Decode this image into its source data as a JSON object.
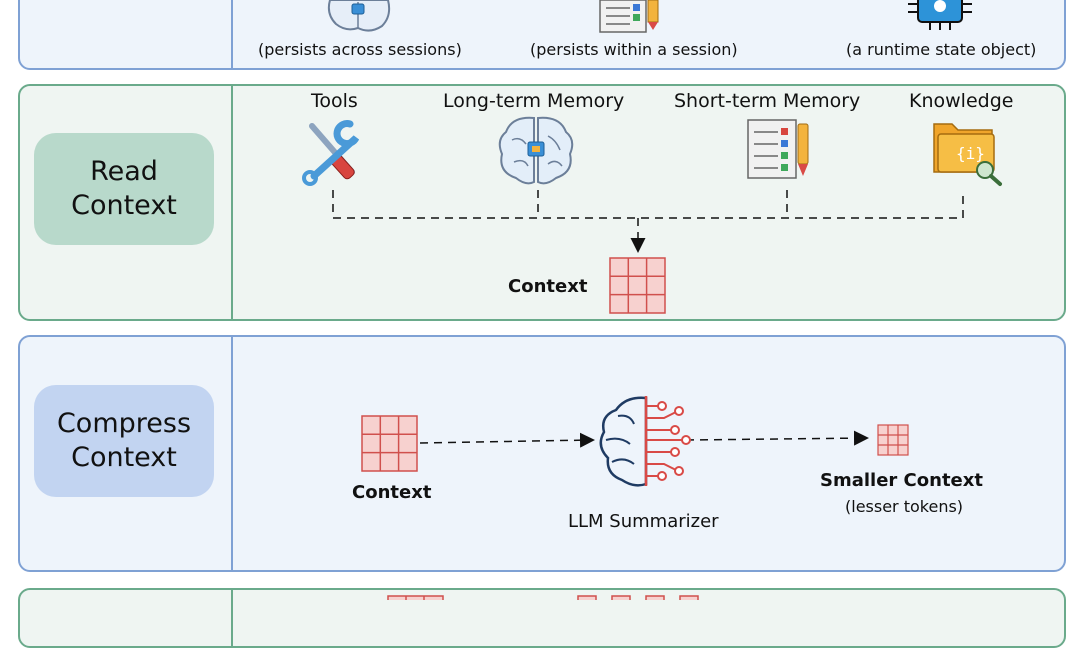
{
  "top_panel": {
    "captions": [
      "(persists across sessions)",
      "(persists within a session)",
      "(a runtime state object)"
    ]
  },
  "read_context": {
    "title": "Read\nContext",
    "sources": [
      "Tools",
      "Long-term Memory",
      "Short-term Memory",
      "Knowledge"
    ],
    "output_label": "Context"
  },
  "compress_context": {
    "title": "Compress\nContext",
    "input_label": "Context",
    "processor_label": "LLM Summarizer",
    "output_label": "Smaller Context",
    "output_sublabel": "(lesser tokens)"
  },
  "icons": [
    "brain-icon",
    "checklist-icon",
    "chip-icon",
    "tools-icon",
    "knowledge-folder-icon",
    "context-grid-icon",
    "neural-brain-icon"
  ],
  "colors": {
    "blue_border": "#7fa1d4",
    "green_border": "#6aaa8b",
    "grid_fill": "#f7d1cf",
    "grid_stroke": "#d0504d",
    "read_pill": "#b8d9cb",
    "compress_pill": "#c2d4f1"
  }
}
